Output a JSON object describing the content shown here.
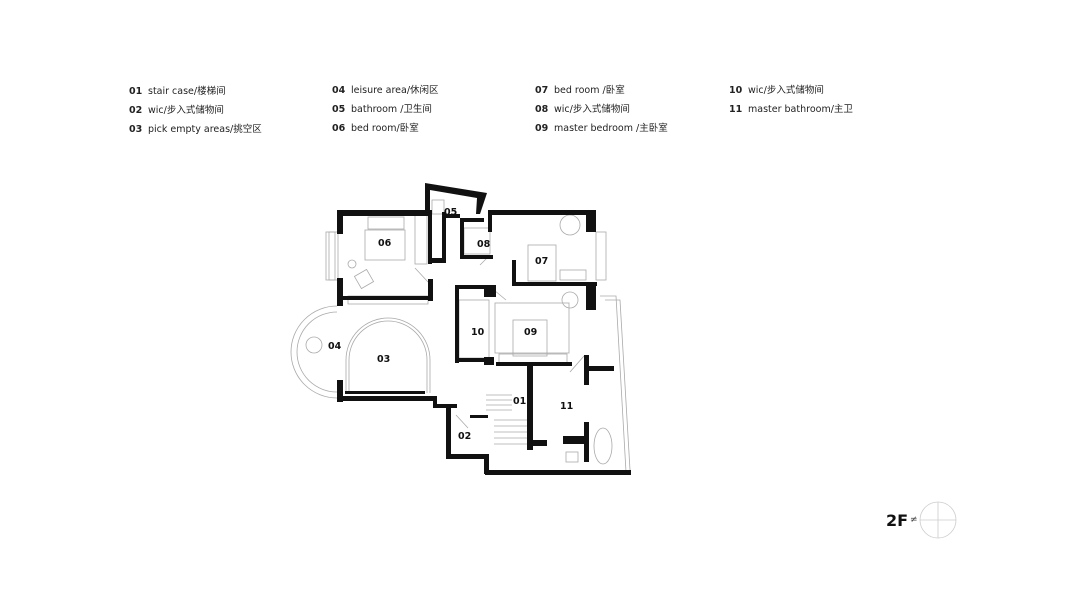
{
  "legend": [
    {
      "num": "01",
      "label": "stair  case/楼梯间"
    },
    {
      "num": "02",
      "label": "wic/步入式储物间"
    },
    {
      "num": "03",
      "label": "pick empty areas/挑空区"
    },
    {
      "num": "04",
      "label": "leisure area/休闲区"
    },
    {
      "num": "05",
      "label": "bathroom /卫生间"
    },
    {
      "num": "06",
      "label": "bed room/卧室"
    },
    {
      "num": "07",
      "label": "bed room /卧室"
    },
    {
      "num": "08",
      "label": "wic/步入式储物间"
    },
    {
      "num": "09",
      "label": "master bedroom /主卧室"
    },
    {
      "num": "10",
      "label": "wic/步入式储物间"
    },
    {
      "num": "11",
      "label": "master bathroom/主卫"
    }
  ],
  "rooms": {
    "r01": "01",
    "r02": "02",
    "r03": "03",
    "r04": "04",
    "r05": "05",
    "r06": "06",
    "r07": "07",
    "r08": "08",
    "r09": "09",
    "r10": "10",
    "r11": "11"
  },
  "floor": {
    "label": "2F",
    "north_symbol": "≠"
  },
  "colors": {
    "wall": "#111111",
    "line": "#aaaaaa",
    "background": "#ffffff"
  }
}
